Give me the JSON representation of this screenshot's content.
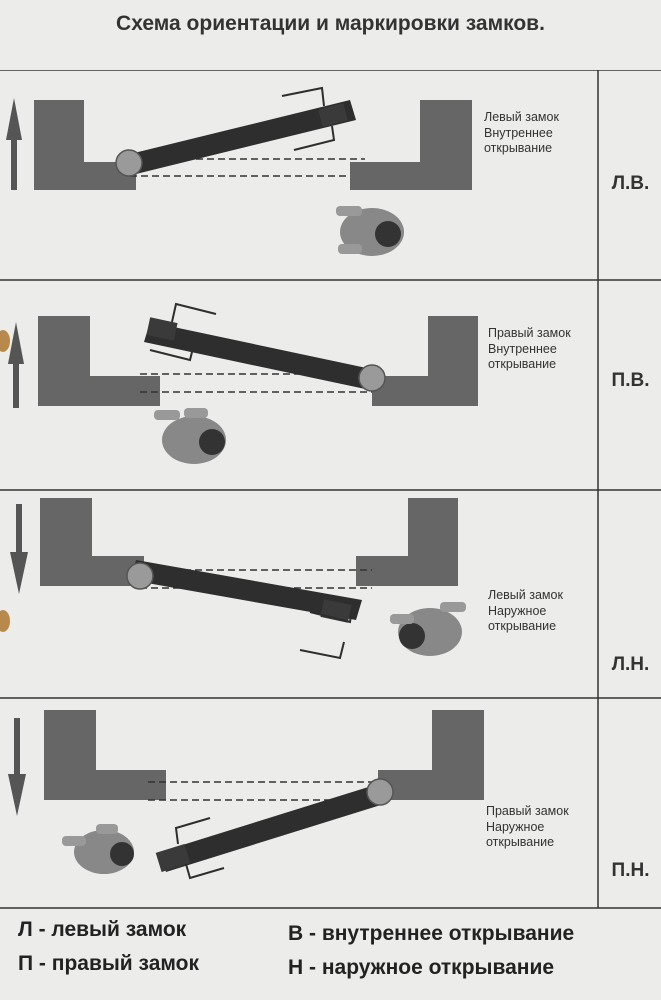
{
  "title": "Схема ориентации и маркировки замков.",
  "rows": [
    {
      "line1": "Левый замок",
      "line2": "Внутреннее",
      "line3": "открывание",
      "code": "Л.В."
    },
    {
      "line1": "Правый замок",
      "line2": "Внутреннее",
      "line3": "открывание",
      "code": "П.В."
    },
    {
      "line1": "Левый замок",
      "line2": "Наружное",
      "line3": "открывание",
      "code": "Л.Н."
    },
    {
      "line1": "Правый замок",
      "line2": "Наружное",
      "line3": "открывание",
      "code": "П.Н."
    }
  ],
  "legend": {
    "left_lock": "Л - левый замок",
    "right_lock": "П - правый замок",
    "inward": "В - внутреннее открывание",
    "outward": "Н - наружное открывание"
  },
  "colors": {
    "frame": "#666666",
    "door": "#2e2e2e",
    "hinge": "#9a9a9a",
    "lines": "#333333",
    "background": "#ecedea",
    "coin": "#b8894c"
  },
  "icons": [
    "arrow-up-icon",
    "arrow-down-icon",
    "person-top-view-icon",
    "door-handle-icon",
    "hinge-icon"
  ]
}
